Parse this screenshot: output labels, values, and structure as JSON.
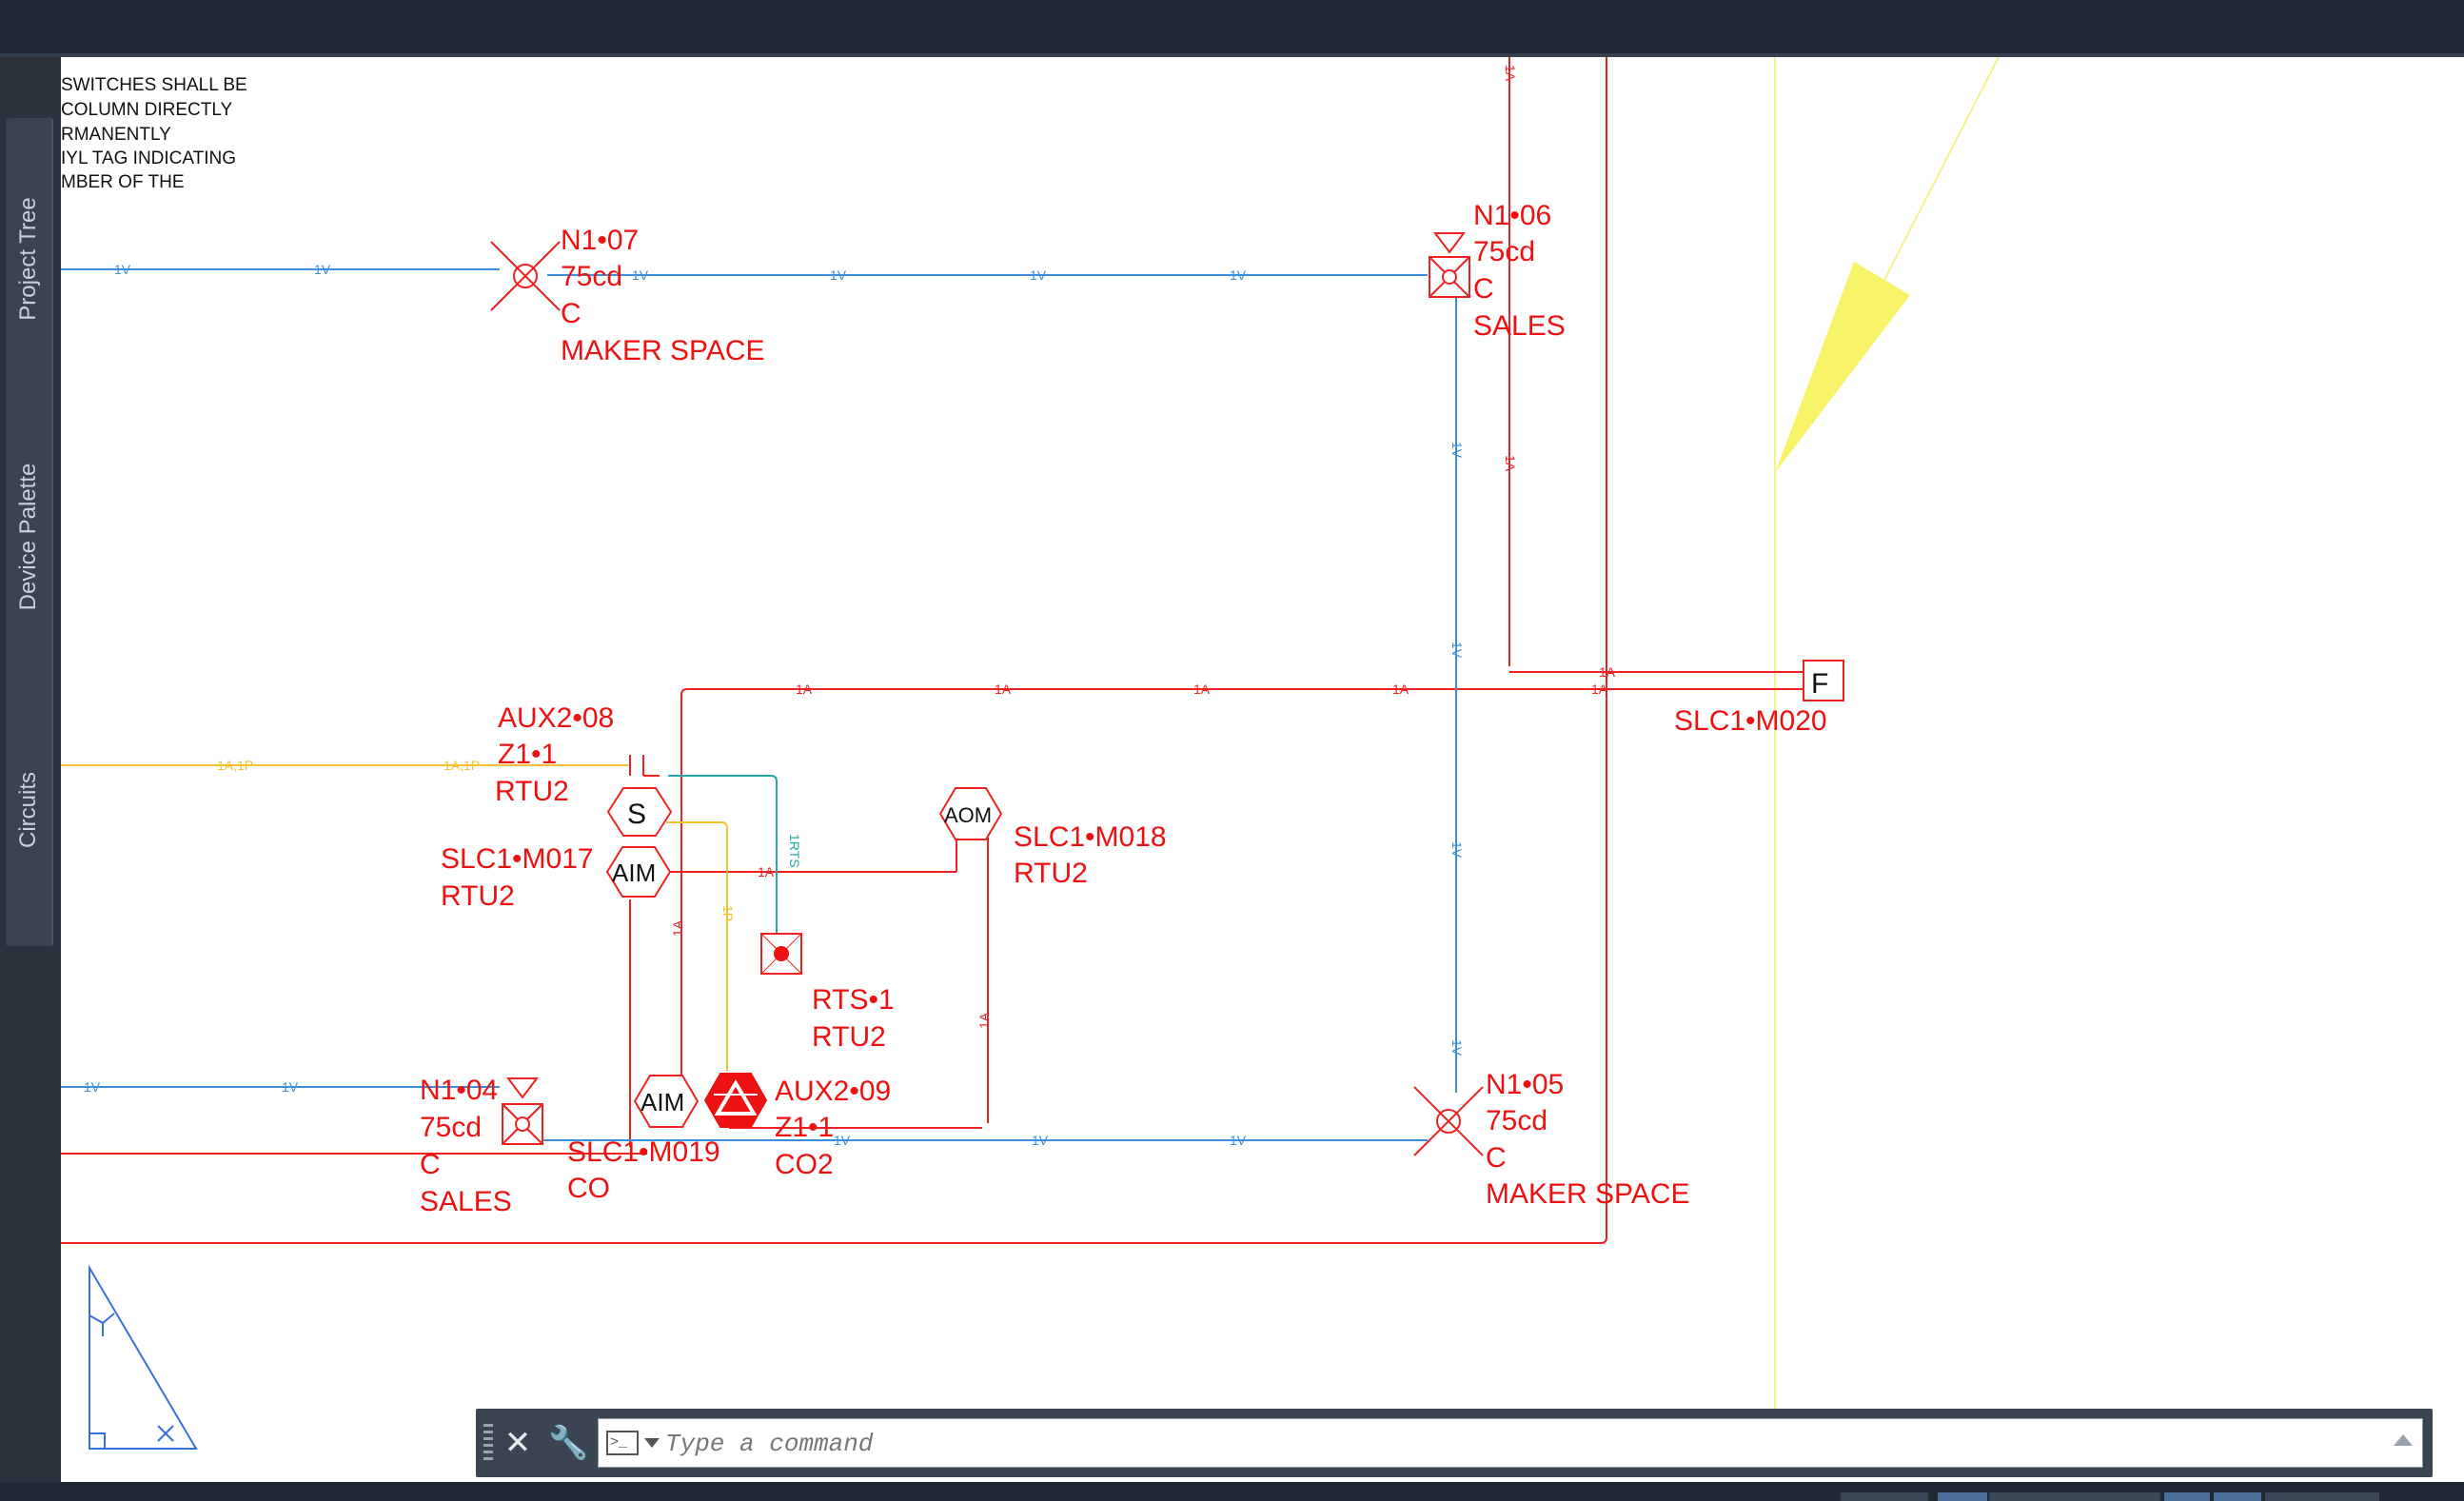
{
  "sidebar": {
    "tabs": [
      {
        "label": "Project Tree"
      },
      {
        "label": "Device Palette"
      },
      {
        "label": "Circuits"
      }
    ]
  },
  "notes": {
    "lines": [
      "SWITCHES SHALL BE",
      "COLUMN DIRECTLY",
      "RMANENTLY",
      "IYL TAG INDICATING",
      "MBER OF THE"
    ]
  },
  "devices": {
    "n1_07": {
      "l1": "N1•07",
      "l2": "75cd",
      "l3": "C",
      "l4": "MAKER SPACE"
    },
    "n1_06": {
      "l1": "N1•06",
      "l2": "75cd",
      "l3": "C",
      "l4": "SALES"
    },
    "n1_04": {
      "l1": "N1•04",
      "l2": "75cd",
      "l3": "C",
      "l4": "SALES"
    },
    "n1_05": {
      "l1": "N1•05",
      "l2": "75cd",
      "l3": "C",
      "l4": "MAKER SPACE"
    },
    "aux2_08": {
      "l1": "AUX2•08",
      "l2": "Z1•1",
      "l3": "RTU2",
      "symbol": "S"
    },
    "m017": {
      "l1": "SLC1•M017",
      "l2": "RTU2",
      "symbol": "AIM"
    },
    "m018": {
      "l1": "SLC1•M018",
      "l2": "RTU2",
      "symbol": "AOM"
    },
    "rts1": {
      "l1": "RTS•1",
      "l2": "RTU2"
    },
    "m019": {
      "l1": "SLC1•M019",
      "l2": "CO",
      "symbol": "AIM"
    },
    "aux2_09": {
      "l1": "AUX2•09",
      "l2": "Z1•1",
      "l3": "CO2"
    },
    "m020": {
      "l1": "SLC1•M020",
      "symbol": "F"
    }
  },
  "wire_labels": {
    "v": "1V",
    "a": "1A",
    "ap": "1A,1P",
    "p": "1P",
    "rts": "1RTS"
  },
  "commandline": {
    "placeholder": "Type a command",
    "prompt_icon": ">_"
  },
  "colors": {
    "background_chrome": "#222933",
    "canvas": "#ffffff",
    "device_red": "#ee1111",
    "wire_blue": "#3b8fd8",
    "wire_yellow": "#f2c230",
    "wire_teal": "#29a6a6",
    "marker_yellow": "#f7f46a"
  }
}
